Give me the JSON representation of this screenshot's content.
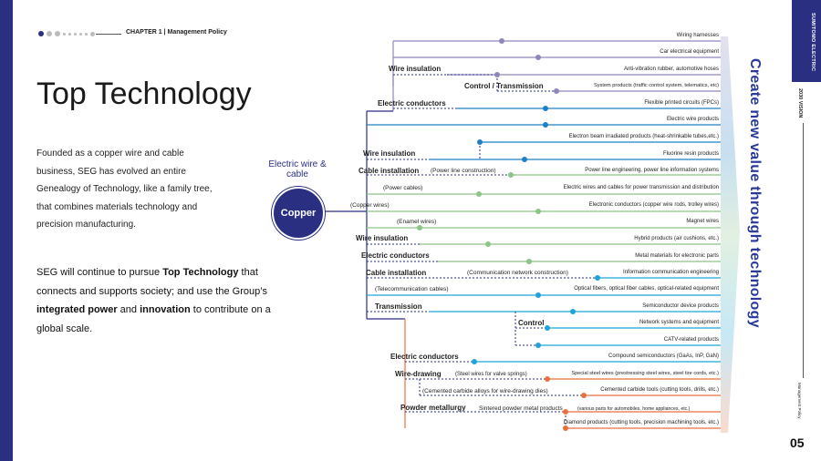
{
  "header": {
    "chapter": "CHAPTER 1 | Management Policy"
  },
  "page": {
    "title": "Top Technology",
    "intro": "Founded as a copper wire and cable business, SEG has evolved an entire Genealogy of Technology, like a family tree, that combines materials technology and precision manufacturing.",
    "pursue": {
      "p1": "SEG will continue to pursue ",
      "b1": "Top Technology",
      "p2": " that connects and supports society; and use the Group’s ",
      "b2": "integrated power",
      "p3": " and ",
      "b3": "innovation",
      "p4": " to contribute on a global scale."
    }
  },
  "side": {
    "brand": "SUMITOMO ELECTRIC",
    "vision": "2030 VISION",
    "section": "Management Policy",
    "page_number": "05"
  },
  "diagram": {
    "root_caption": "Electric wire & cable",
    "root": "Copper",
    "slogan": "Create new value through technology",
    "colors": {
      "navy": "#2a2f82",
      "purple": "#8f86bd",
      "blue": "#1e7fc4",
      "green": "#8cc488",
      "cyan": "#1fa3d8",
      "orange": "#e8703e"
    },
    "branches": {
      "wire_insulation_1": "Wire insulation",
      "control_transmission": "Control / Transmission",
      "electric_conductors_1": "Electric conductors",
      "wire_insulation_2": "Wire insulation",
      "cable_installation_1": "Cable installation",
      "power_line_construction": "(Power line construction)",
      "power_cables": "(Power cables)",
      "copper_wires": "(Copper wires)",
      "enamel_wires": "(Enamel wires)",
      "wire_insulation_3": "Wire insulation",
      "electric_conductors_2": "Electric conductors",
      "cable_installation_2": "Cable installation",
      "comm_network_construction": "(Communication network construction)",
      "telecom_cables": "(Telecommunication cables)",
      "transmission": "Transmission",
      "control": "Control",
      "electric_conductors_3": "Electric conductors",
      "wire_drawing": "Wire-drawing",
      "steel_wires": "(Steel wires for valve springs)",
      "cemented_carbide_alloys": "(Cemented carbide alloys for wire-drawing dies)",
      "powder_metallurgy": "Powder metallurgy",
      "sintered_powder": "Sintered powder metal products",
      "sintered_powder_note": "(various parts for automobiles, home appliances, etc.)"
    },
    "products": [
      "Wiring harnesses",
      "Car electrical equipment",
      "Anti-vibration rubber, automotive hoses",
      "System products (traffic control system, telematics, etc)",
      "Flexible printed circuits (FPCs)",
      "Electric wire products",
      "Electron beam irradiated products (heat-shrinkable tubes,etc.)",
      "Fluorine resin products",
      "Power line engineering, power line information systems",
      "Electric wires and cables for power transmission and distribution",
      "Electronic conductors (copper wire rods, trolley wires)",
      "Magnet wires",
      "Hybrid products (air cushions, etc.)",
      "Metal materials for electronic parts",
      "Information communication engineering",
      "Optical fibers, optical fiber cables, optical-related equipment",
      "Semiconductor device products",
      "Network systems and equipment",
      "CATV-related products",
      "Compound semiconductors (GaAs, InP, GaN)",
      "Special steel wires (prestressing steel wires, steel tire cords, etc.)",
      "Cemented carbide tools (cutting tools, drills, etc.)",
      "Diamond products (cutting tools, precision machining tools, etc.)"
    ]
  }
}
